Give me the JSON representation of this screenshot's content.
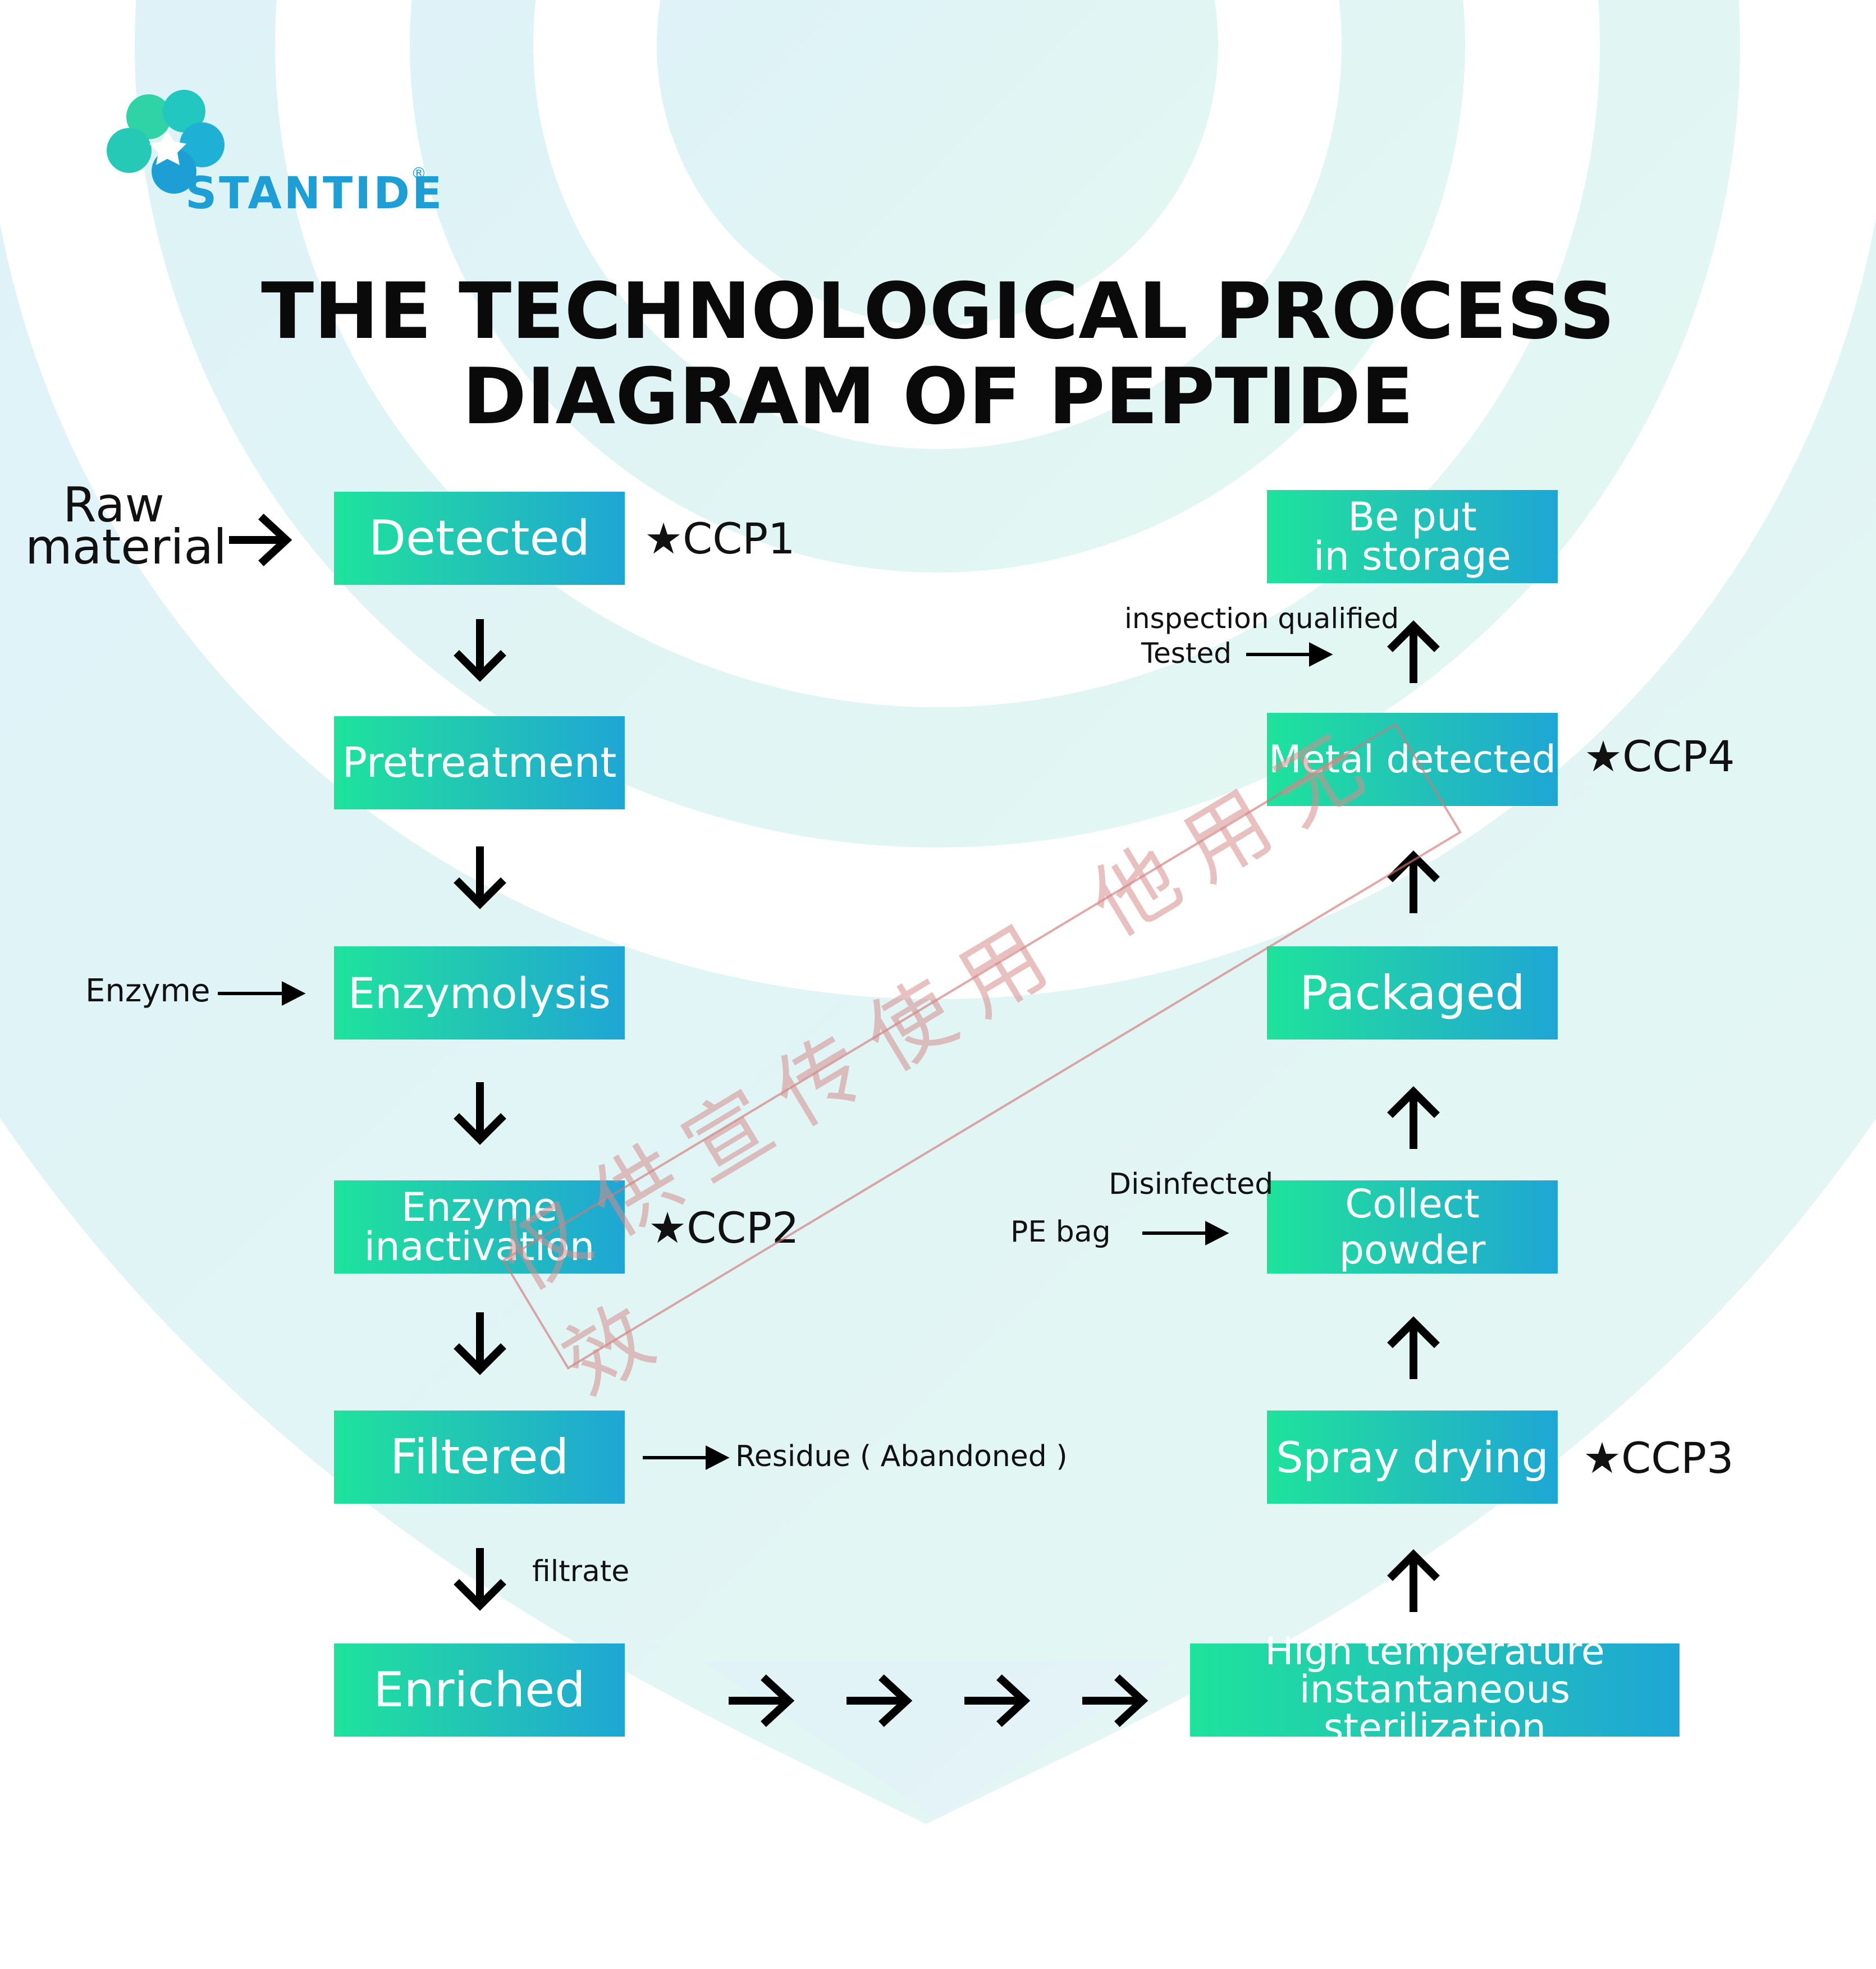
{
  "brand": {
    "name": "STANTIDE",
    "registered_mark": "®"
  },
  "title_lines": [
    "THE TECHNOLOGICAL PROCESS",
    "DIAGRAM OF PEPTIDE"
  ],
  "inputs": {
    "raw_material_line1": "Raw",
    "raw_material_line2": "material",
    "enzyme": "Enzyme"
  },
  "left_steps": {
    "detected": "Detected",
    "pretreatment": "Pretreatment",
    "enzymolysis": "Enzymolysis",
    "inactivation_line1": "Enzyme",
    "inactivation_line2": "inactivation",
    "filtered": "Filtered",
    "enriched": "Enriched"
  },
  "right_steps": {
    "sterilization_line1": "High temperature",
    "sterilization_line2": "instantaneous sterilization",
    "spray_drying": "Spray drying",
    "collect_powder": "Collect powder",
    "packaged": "Packaged",
    "metal_detected": "Metal detected",
    "storage_line1": "Be put",
    "storage_line2": "in storage"
  },
  "ccp": {
    "ccp1": "★CCP1",
    "ccp2": "★CCP2",
    "ccp3": "★CCP3",
    "ccp4": "★CCP4"
  },
  "side_notes": {
    "residue": "Residue ( Abandoned )",
    "filtrate": "filtrate",
    "disinfected": "Disinfected",
    "pe_bag": "PE bag",
    "inspection_qualified": "inspection qualified",
    "tested": "Tested"
  },
  "watermark": "仅供宣传使用  他用无效",
  "colors": {
    "box_gradient_start": "#1ee39c",
    "box_gradient_end": "#1ea6d5",
    "logo_blue": "#1d9fd6",
    "logo_green": "#2fd3a6",
    "watermark": "#d68c8c"
  }
}
